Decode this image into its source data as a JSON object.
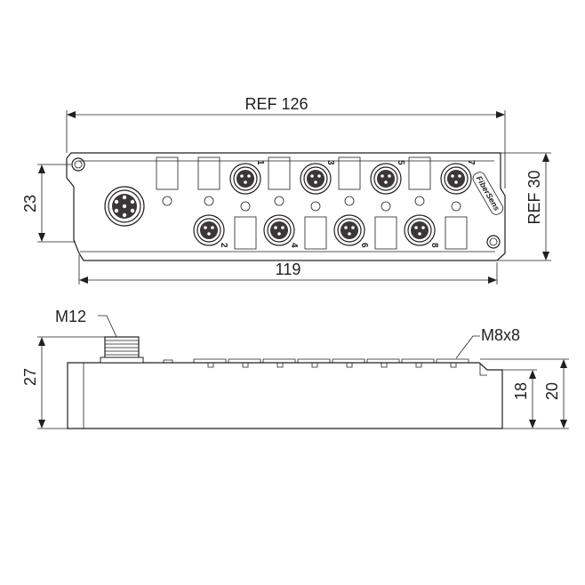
{
  "dimensions": {
    "top_width": "REF 126",
    "body_length": "119",
    "top_height": "23",
    "right_height": "REF 30",
    "side_total": "27",
    "side_body": "18",
    "side_overall": "20"
  },
  "callouts": {
    "main_connector": "M12",
    "port_connectors": "M8x8"
  },
  "ports": {
    "top_row": [
      "1",
      "3",
      "5",
      "7"
    ],
    "bottom_row": [
      "2",
      "4",
      "6",
      "8"
    ]
  },
  "logo_text": "FiberSens"
}
